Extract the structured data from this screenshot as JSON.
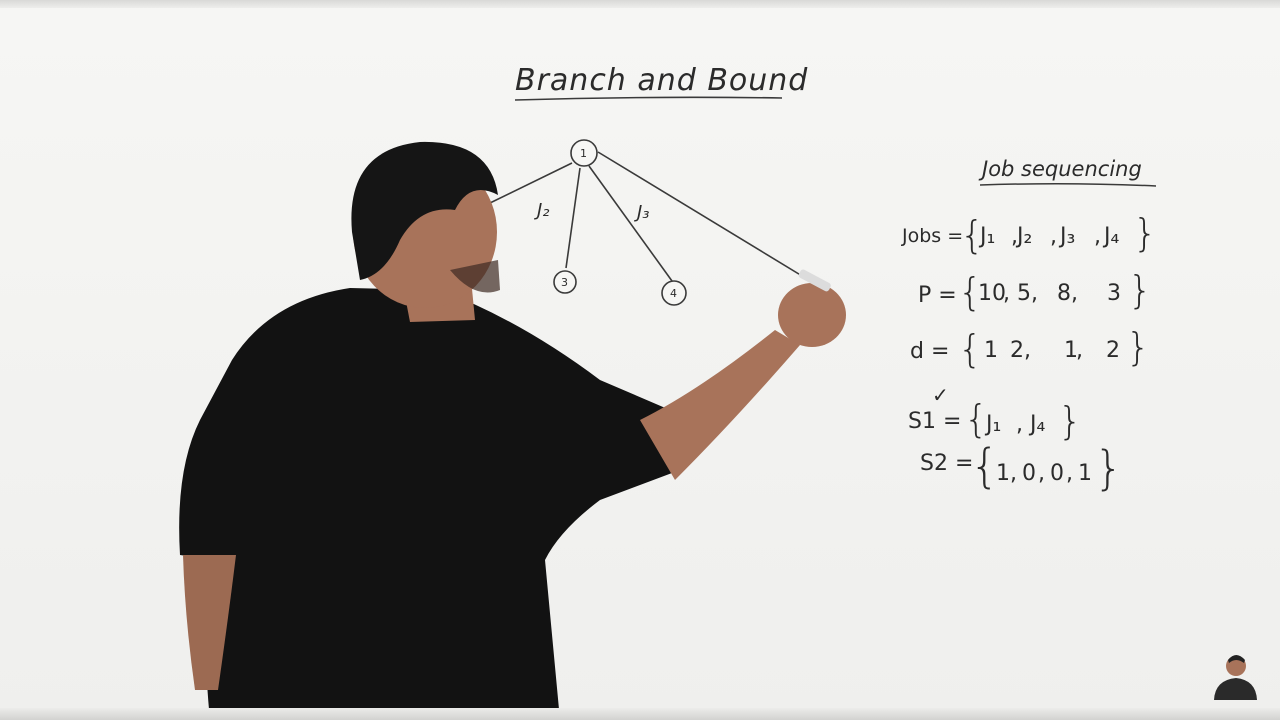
{
  "board": {
    "title": "Branch and Bound",
    "side_title": "Job sequencing"
  },
  "tree": {
    "root": "1",
    "children": [
      "3",
      "4"
    ],
    "edge_labels": [
      "J₂",
      "J₃"
    ]
  },
  "problem": {
    "jobs_label": "Jobs =",
    "jobs": [
      "J₁",
      "J₂",
      "J₃",
      "J₄"
    ],
    "profit_label": "P =",
    "profits": [
      "10",
      "5",
      "8",
      "3"
    ],
    "deadline_label": "d =",
    "deadlines": [
      "1",
      "2",
      "1",
      "2"
    ],
    "s1_label": "S1 =",
    "s1": [
      "J₁",
      "J₄"
    ],
    "s2_label": "S2 =",
    "s2": [
      "1",
      "0",
      "0",
      "1"
    ],
    "check": "✓"
  },
  "colors": {
    "ink": "#2b2b2b",
    "board": "#f4f4f2",
    "shirt": "#111111",
    "skin": "#a8735a"
  },
  "icons": {
    "channel_avatar": "presenter-avatar-icon"
  }
}
